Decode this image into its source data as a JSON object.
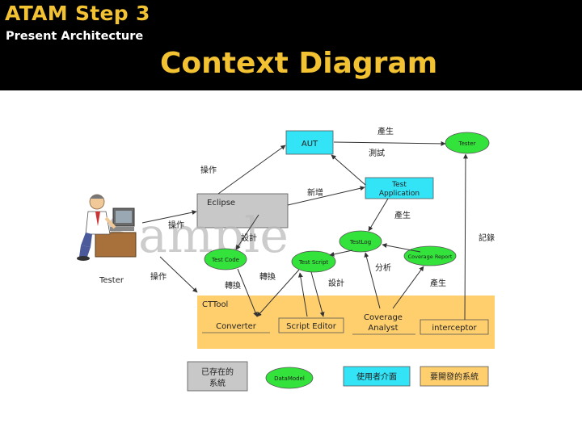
{
  "header": {
    "title": "ATAM Step 3",
    "subtitle": "Present Architecture",
    "slide_title": "Context Diagram"
  },
  "colors": {
    "header_bg": "#000000",
    "title_gold": "#f3c233",
    "cyan_box": "#33e4f7",
    "orange_region": "#ffcf6e",
    "green_node": "#33e23a",
    "gray_box": "#c8c8c8"
  },
  "diagram": {
    "nodes": {
      "aut": "AUT",
      "tester_right": "Tester",
      "test_app_line1": "Test",
      "test_app_line2": "Application",
      "eclipse": "Eclipse",
      "testlog": "TestLog",
      "coverage_report": "Coverage Report",
      "test_code": "Test Code",
      "test_script": "Test Script",
      "tester_person": "Tester",
      "ctt": "CTTool",
      "converter": "Converter",
      "script_editor": "Script Editor",
      "coverage_line1": "Coverage",
      "coverage_line2": "Analyst",
      "interceptor": "interceptor"
    },
    "edges": {
      "deploy_top": "產生",
      "test": "測試",
      "operate_top": "操作",
      "new": "新增",
      "deploy_mid": "產生",
      "operate_left": "操作",
      "design": "設計",
      "record": "記錄",
      "analyze": "分析",
      "operate_bottom": "操作",
      "convert": "轉換",
      "edit": "轉換",
      "design2": "設計",
      "generate": "產生"
    },
    "watermark": "Sample",
    "legend": {
      "existing_line1": "已存在的",
      "existing_line2": "系統",
      "data_model": "DataModel",
      "ui": "使用者介面",
      "to_develop": "要開發的系統"
    }
  }
}
